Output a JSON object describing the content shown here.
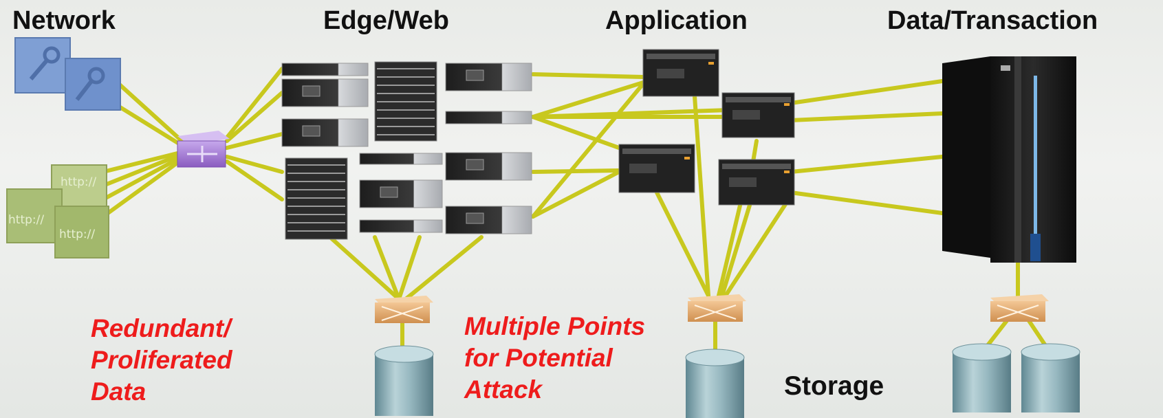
{
  "headers": {
    "network": "Network",
    "edge_web": "Edge/Web",
    "application": "Application",
    "data_transaction": "Data/Transaction"
  },
  "notes": {
    "redundant": [
      "Redundant/",
      "Proliferated",
      "Data"
    ],
    "attack": [
      "Multiple Points",
      "for Potential",
      "Attack"
    ]
  },
  "storage_label": "Storage",
  "http_labels": [
    "http://",
    "http://",
    "http://"
  ],
  "colors": {
    "link": "#c8c81e",
    "note_red": "#ee1c1c",
    "router": "#9a6fc9",
    "switch": "#e3a869",
    "key_box": "#7f9fd4",
    "http_box": "#a9be76",
    "disk": "#8fb3bd",
    "server_dark": "#2a2a2a",
    "server_light": "#c9cbcf"
  },
  "icons": {
    "key_boxes": "key-icon",
    "http_boxes": "http-icon",
    "router": "router-icon",
    "switch": "switch-icon",
    "disk": "disk-icon",
    "mainframe": "mainframe-icon",
    "server": "server-icon",
    "blade": "blade-rack-icon"
  }
}
